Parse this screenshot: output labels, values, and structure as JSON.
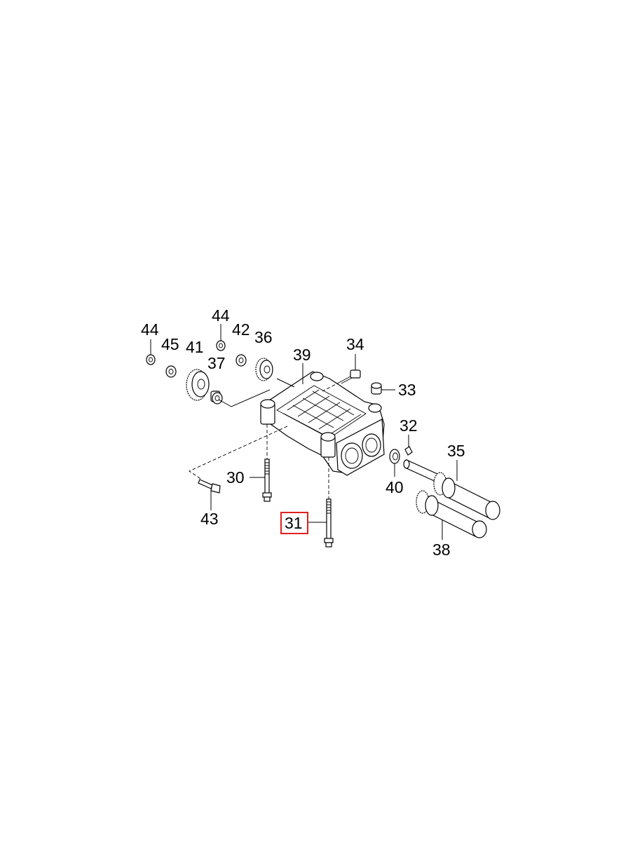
{
  "highlight_color": "#e0201e",
  "callouts": [
    {
      "id": "44a",
      "label": "44"
    },
    {
      "id": "45",
      "label": "45"
    },
    {
      "id": "41",
      "label": "41"
    },
    {
      "id": "44b",
      "label": "44"
    },
    {
      "id": "37",
      "label": "37"
    },
    {
      "id": "42",
      "label": "42"
    },
    {
      "id": "36",
      "label": "36"
    },
    {
      "id": "39",
      "label": "39"
    },
    {
      "id": "34",
      "label": "34"
    },
    {
      "id": "33",
      "label": "33"
    },
    {
      "id": "32",
      "label": "32"
    },
    {
      "id": "35",
      "label": "35"
    },
    {
      "id": "40",
      "label": "40"
    },
    {
      "id": "30",
      "label": "30"
    },
    {
      "id": "43",
      "label": "43"
    },
    {
      "id": "31",
      "label": "31",
      "highlighted": true
    },
    {
      "id": "38",
      "label": "38"
    }
  ]
}
